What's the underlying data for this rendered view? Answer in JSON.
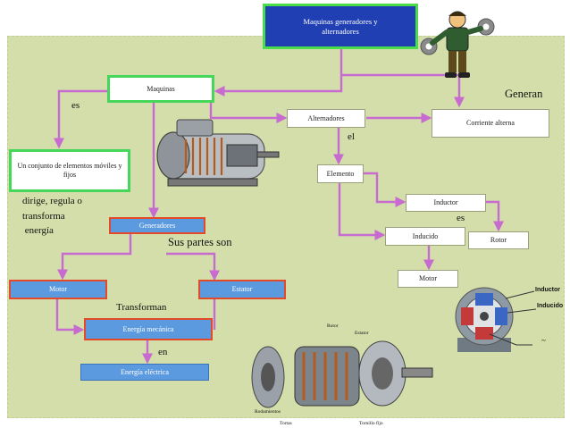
{
  "diagram": {
    "nodes": {
      "title": "Maquinas generadores y alternadores",
      "maquinas": "Maquinas",
      "alternadores": "Alternadores",
      "corriente_alterna": "Corriente alterna",
      "conjunto": "Un conjunto de elementos móviles y fijos",
      "elemento": "Elemento",
      "inductor": "Inductor",
      "inducido": "Inducido",
      "rotor": "Rotor",
      "generadores": "Generadores",
      "motor_left": "Motor",
      "estator": "Estator",
      "motor_right": "Motor",
      "energia_mecanica": "Energía mecánica",
      "energia_electrica": "Energía eléctrica"
    },
    "labels": {
      "es_left": "es",
      "generan": "Generan",
      "el": "el",
      "es_right": "es",
      "dirige": "dirige, regula o",
      "transforma": "transforma",
      "energia": " energía",
      "sus_partes": "Sus partes son",
      "transforman": "Transforman",
      "en": "en"
    },
    "figure_labels": {
      "motor_inductor": "Inductor",
      "motor_inducido": "Inducido",
      "tilde": "~",
      "parts": [
        "Rotor",
        "Estator",
        "Rodamientos",
        "Tortas",
        "Tornillo fijo"
      ]
    },
    "colors": {
      "panel": "#d3deaa",
      "connector": "#c76bd0",
      "title_fill": "#1f3fb3",
      "green_border": "#45d65a",
      "blue_fill": "#5c9ae0",
      "red_border": "#e24a2a"
    },
    "icons": [
      "worker-with-gears-icon",
      "generator-cutaway-image",
      "motor-cross-section-image",
      "exploded-alternator-image"
    ]
  }
}
